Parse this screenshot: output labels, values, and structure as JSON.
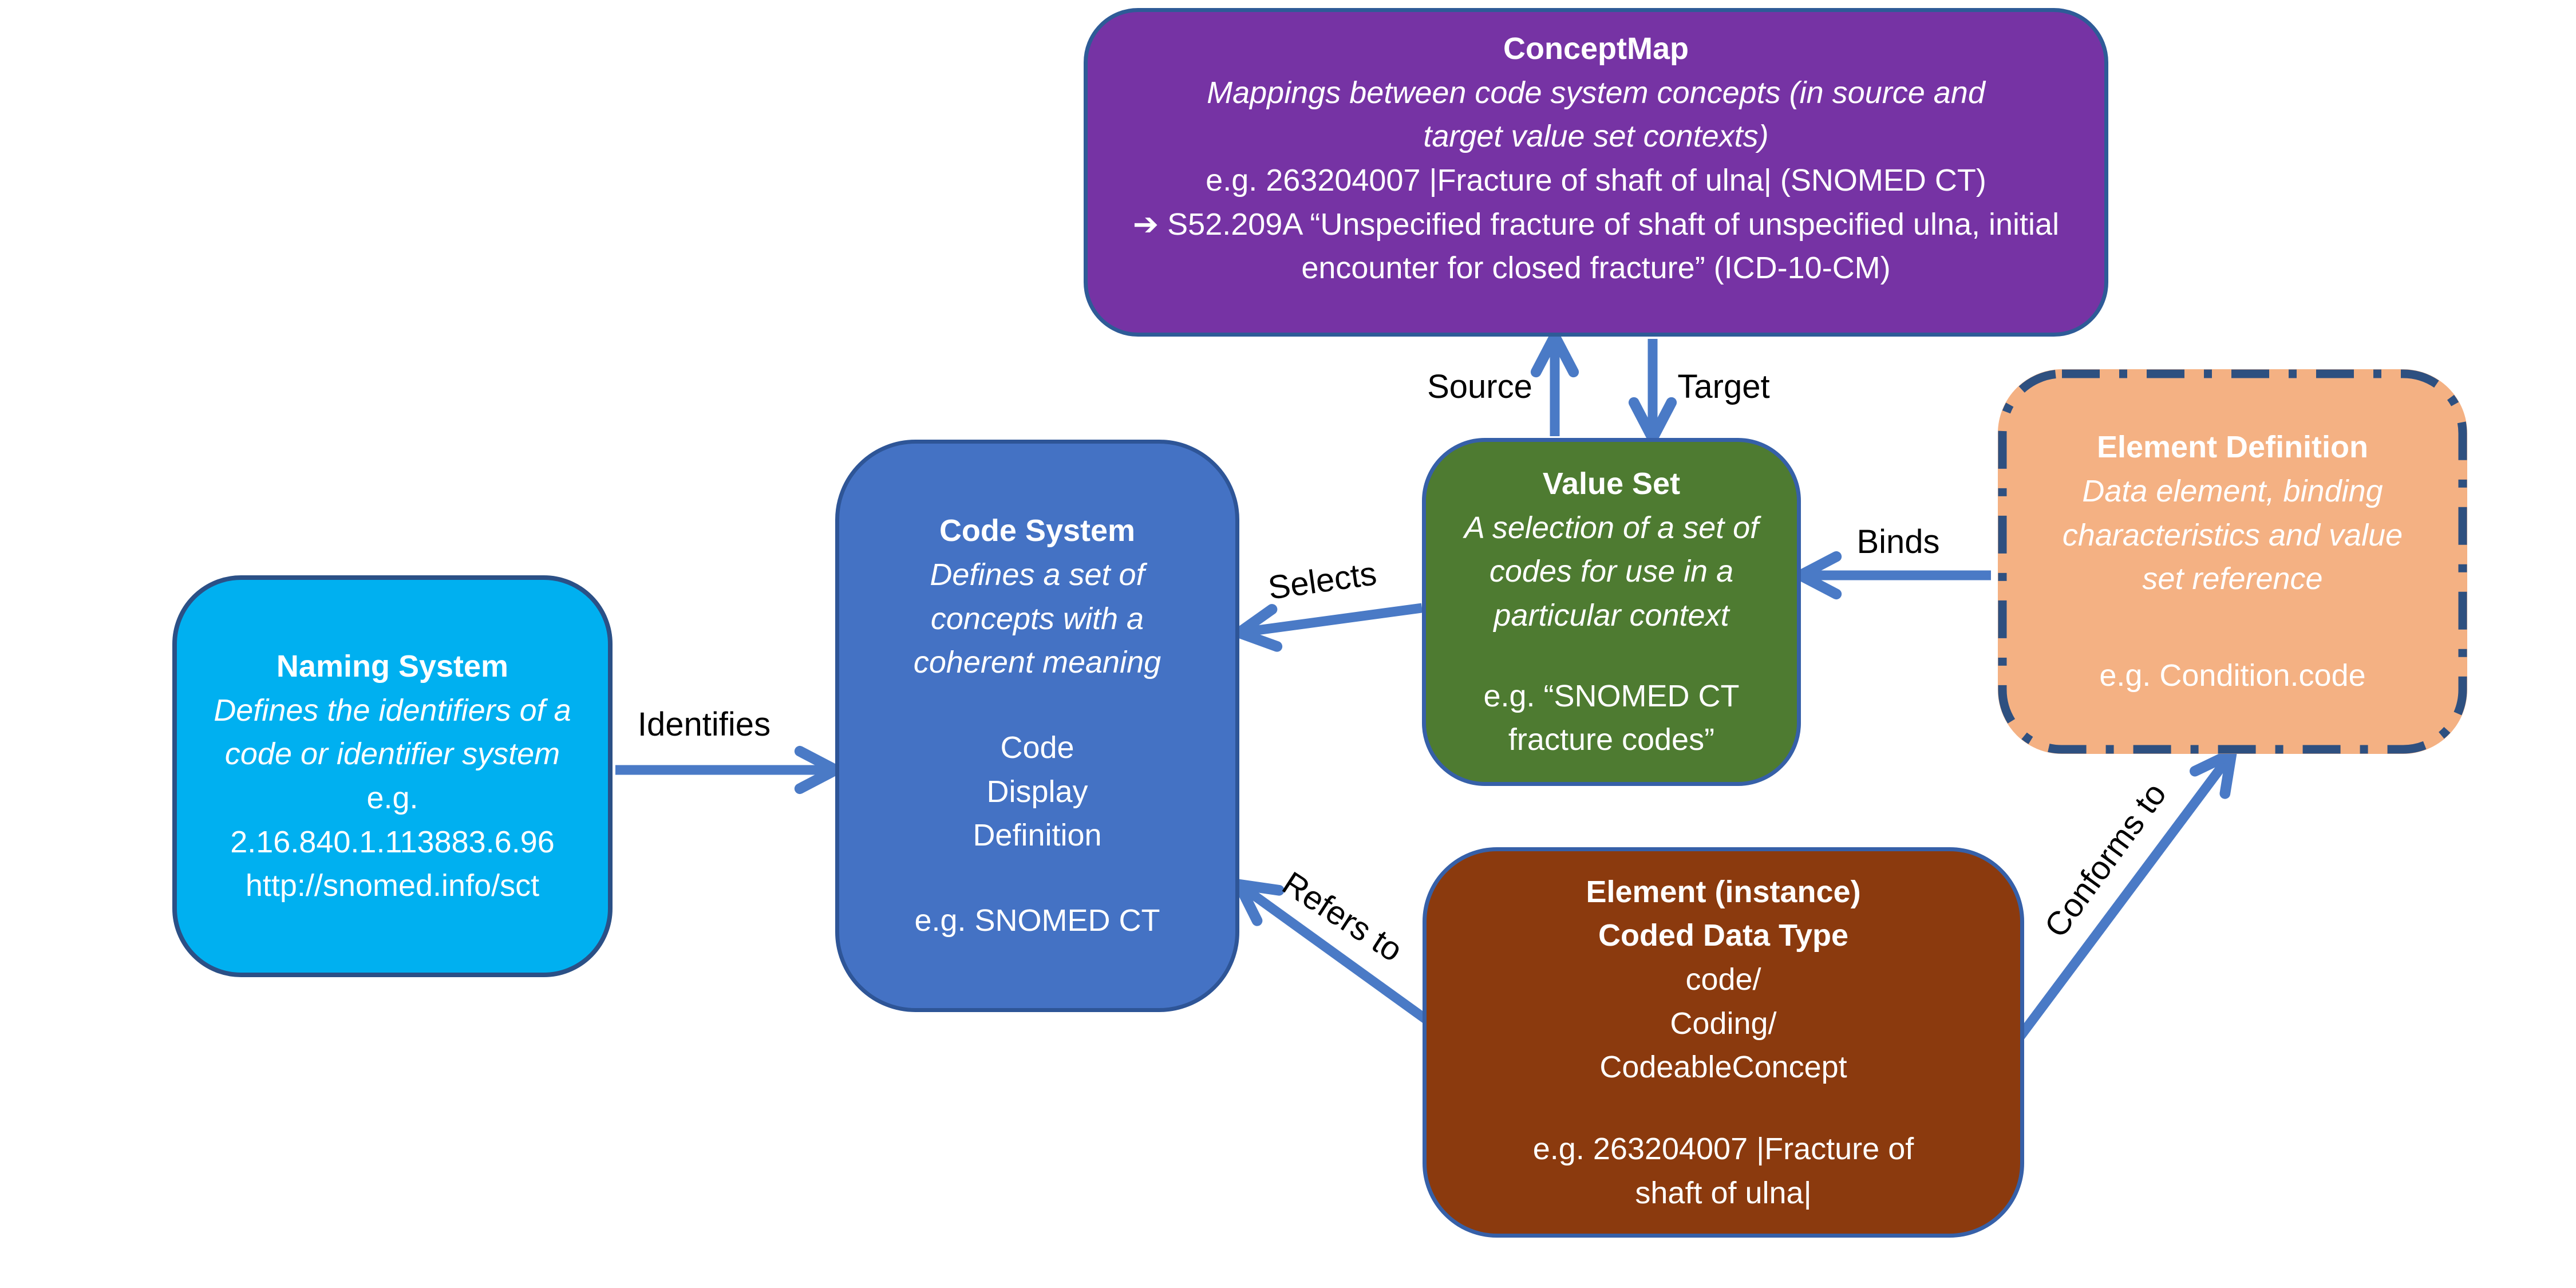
{
  "diagram": {
    "background": "#ffffff",
    "arrow_color": "#4a7ac6",
    "label_color": "#000000"
  },
  "boxes": {
    "concept_map": {
      "title": "ConceptMap",
      "description": "Mappings between code system concepts (in source and target value set contexts)",
      "example_source": "e.g. 263204007 |Fracture of shaft of ulna| (SNOMED CT)",
      "map_icon": "➔",
      "example_target": "S52.209A “Unspecified fracture of shaft of unspecified ulna, initial encounter for closed fracture” (ICD-10-CM)",
      "fill": "#7633a4",
      "border": "#2e5b97"
    },
    "value_set": {
      "title": "Value Set",
      "description": "A selection of a set of codes for use in a particular context",
      "example": "e.g. “SNOMED CT fracture codes”",
      "fill": "#4e7b31",
      "border": "#3660a8"
    },
    "code_system": {
      "title": "Code System",
      "description": "Defines a set of concepts with a coherent meaning",
      "attributes": [
        "Code",
        "Display",
        "Definition"
      ],
      "example": "e.g. SNOMED CT",
      "fill": "#4472c4",
      "border": "#2e5597"
    },
    "naming_system": {
      "title": "Naming System",
      "description": "Defines the identifiers of a code or identifier system",
      "example_prefix": "e.g.",
      "example_oid": "2.16.840.1.113883.6.96",
      "example_uri": "http://snomed.info/sct",
      "fill": "#00b0f0",
      "border": "#2b5086"
    },
    "element_definition": {
      "title": "Element Definition",
      "description": "Data element, binding characteristics and value set reference",
      "example": "e.g. Condition.code",
      "fill": "#f4b183",
      "border": "#2e5080"
    },
    "element_instance": {
      "title_line1": "Element (instance)",
      "title_line2": "Coded Data Type",
      "types": [
        "code/",
        "Coding/",
        "CodeableConcept"
      ],
      "example": "e.g. 263204007 |Fracture of shaft of ulna|",
      "fill": "#8b3a0e",
      "border": "#3660a8"
    }
  },
  "relationships": {
    "identifies": "Identifies",
    "source": "Source",
    "target": "Target",
    "binds": "Binds",
    "selects": "Selects",
    "refers_to": "Refers to",
    "conforms_to": "Conforms to"
  }
}
